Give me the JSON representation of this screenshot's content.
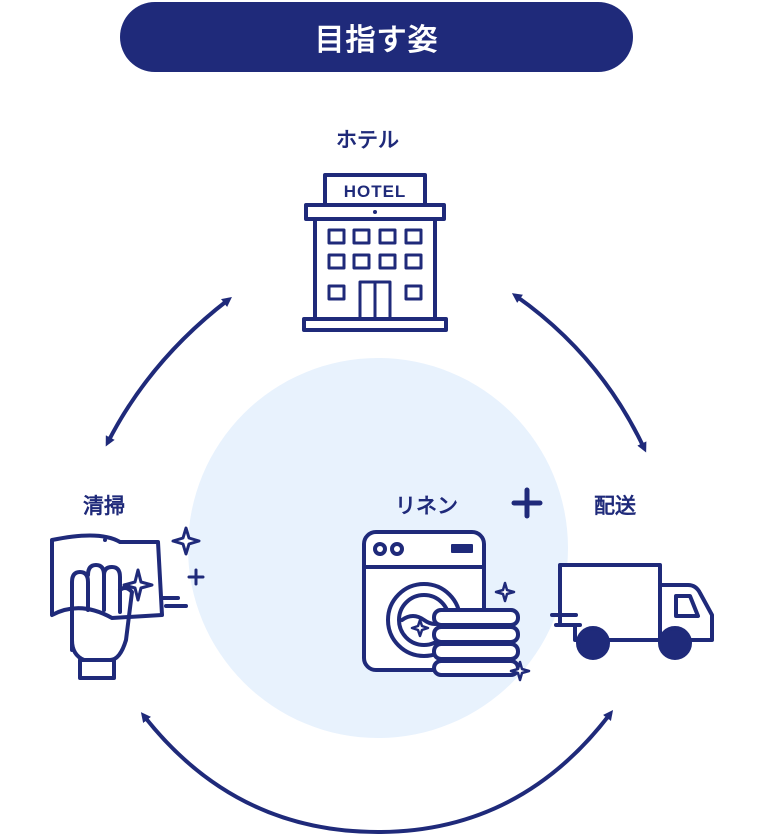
{
  "title": "目指す姿",
  "nodes": {
    "hotel": {
      "label": "ホテル",
      "sign": "HOTEL"
    },
    "cleaning": {
      "label": "清掃"
    },
    "linen": {
      "label": "リネン"
    },
    "delivery": {
      "label": "配送"
    }
  },
  "plus_symbol": "+",
  "colors": {
    "navy": "#1f2a7a",
    "circle_bg": "#e8f2fd",
    "white": "#ffffff"
  },
  "icons": [
    "hotel-building-icon",
    "cleaning-glove-icon",
    "washing-machine-icon",
    "delivery-truck-icon",
    "plus-icon"
  ]
}
